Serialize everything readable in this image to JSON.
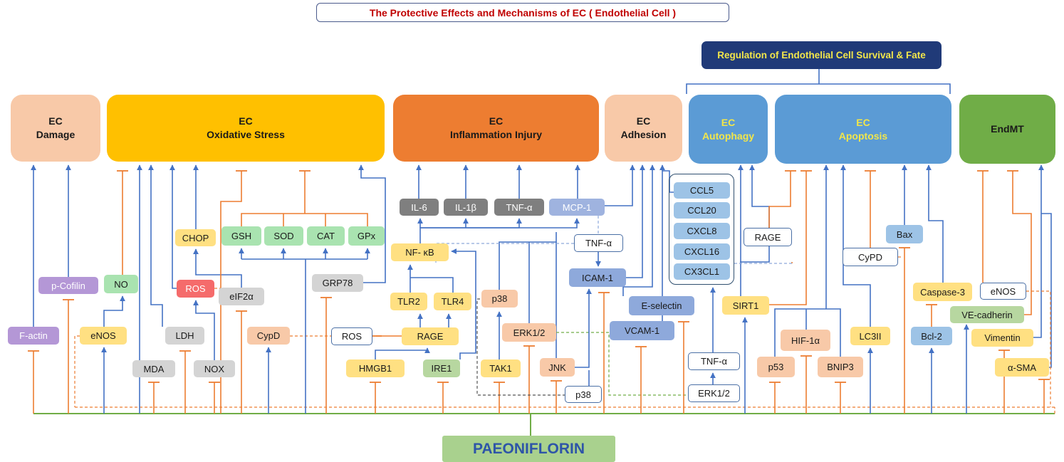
{
  "title": "The Protective Effects and Mechanisms of EC ( Endothelial Cell )",
  "regulation_label": "Regulation of Endothelial Cell Survival & Fate",
  "paeoniflorin": "PAEONIFLORIN",
  "categories": {
    "damage": {
      "line1": "EC",
      "line2": "Damage"
    },
    "oxidative": {
      "line1": "EC",
      "line2": "Oxidative Stress"
    },
    "inflammation": {
      "line1": "EC",
      "line2": "Inflammation Injury"
    },
    "adhesion": {
      "line1": "EC",
      "line2": "Adhesion"
    },
    "autophagy": {
      "line1": "EC",
      "line2": "Autophagy"
    },
    "apoptosis": {
      "line1": "EC",
      "line2": "Apoptosis"
    },
    "endmt": {
      "line1": "EndMT"
    }
  },
  "nodes": {
    "p_cofilin": "p-Cofilin",
    "f_actin": "F-actin",
    "no": "NO",
    "enos_left": "eNOS",
    "mda": "MDA",
    "ldh": "LDH",
    "ros_red": "ROS",
    "nox": "NOX",
    "chop": "CHOP",
    "eif2a": "eIF2α",
    "cypd_left": "CypD",
    "gsh": "GSH",
    "sod": "SOD",
    "cat": "CAT",
    "gpx": "GPx",
    "grp78": "GRP78",
    "il6": "IL-6",
    "il1b": "IL-1β",
    "tnfa_dark": "TNF-α",
    "mcp1": "MCP-1",
    "nfkb": "NF- κB",
    "tlr2": "TLR2",
    "tlr4": "TLR4",
    "rage_mid": "RAGE",
    "ros_white": "ROS",
    "hmgb1": "HMGB1",
    "ire1": "IRE1",
    "p38_orange": "p38",
    "tak1": "TAK1",
    "erk12_orange": "ERK1/2",
    "jnk": "JNK",
    "p38_white": "p38",
    "tnfa_white_top": "TNF-α",
    "icam1": "ICAM-1",
    "eselectin": "E-selectin",
    "vcam1": "VCAM-1",
    "ccl5": "CCL5",
    "ccl20": "CCL20",
    "cxcl8": "CXCL8",
    "cxcl16": "CXCL16",
    "cx3cl1": "CX3CL1",
    "tnfa_white_low": "TNF-α",
    "erk12_white": "ERK1/2",
    "rage_right": "RAGE",
    "sirt1": "SIRT1",
    "cypd_right": "CyPD",
    "bax": "Bax",
    "p53": "p53",
    "hif1a": "HIF-1α",
    "bnip3": "BNIP3",
    "lc3ii": "LC3II",
    "caspase3": "Caspase-3",
    "bcl2": "Bcl-2",
    "enos_right": "eNOS",
    "vecadherin": "VE-cadherin",
    "vimentin": "Vimentin",
    "asma": "α-SMA"
  },
  "colors": {
    "activation": "#4472c4",
    "inhibition": "#ed7d31",
    "paeoniflorin_line": "#70ad47",
    "title_text": "#c00000",
    "damage": "#f8cbad",
    "oxidative": "#ffc000",
    "inflammation": "#ed7d31",
    "adhesion": "#f8cbad",
    "autophagy": "#5b9bd5",
    "apoptosis": "#5b9bd5",
    "endmt": "#70ad47"
  }
}
